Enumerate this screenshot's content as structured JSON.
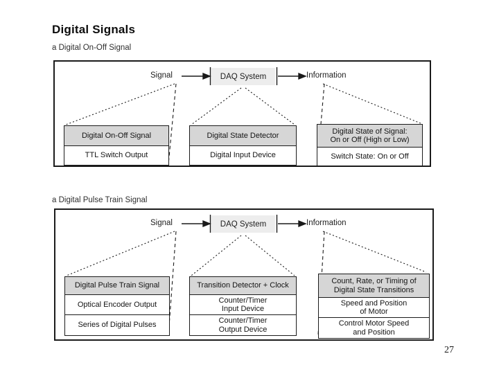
{
  "page": {
    "title": "Digital Signals",
    "page_number": "27"
  },
  "colors": {
    "table_header_fill": "#d6d6d6",
    "daq_box_fill": "#ededed",
    "line_color": "#1a1a1a",
    "background": "#ffffff"
  },
  "diagrams": [
    {
      "label": "a Digital On-Off Signal",
      "flow": {
        "signal": "Signal",
        "daq": "DAQ System",
        "info": "Information"
      },
      "tables": [
        {
          "header": [
            "Digital On-Off Signal"
          ],
          "rows": [
            [
              "TTL Switch Output"
            ]
          ]
        },
        {
          "header": [
            "Digital State Detector"
          ],
          "rows": [
            [
              "Digital Input Device"
            ]
          ]
        },
        {
          "header": [
            "Digital State of Signal:",
            "On or Off (High or Low)"
          ],
          "rows": [
            [
              "Switch State: On or Off"
            ]
          ]
        }
      ]
    },
    {
      "label": "a Digital Pulse Train Signal",
      "flow": {
        "signal": "Signal",
        "daq": "DAQ System",
        "info": "Information"
      },
      "tables": [
        {
          "header": [
            "Digital Pulse Train Signal"
          ],
          "rows": [
            [
              "Optical Encoder Output"
            ],
            [
              "Series of Digital Pulses"
            ]
          ]
        },
        {
          "header": [
            "Transition Detector + Clock"
          ],
          "rows": [
            [
              "Counter/Timer",
              "Input Device"
            ],
            [
              "Counter/Timer",
              "Output Device"
            ]
          ]
        },
        {
          "header": [
            "Count, Rate, or Timing of",
            "Digital State Transitions"
          ],
          "rows": [
            [
              "Speed and Position",
              "of Motor"
            ],
            [
              "Control Motor Speed",
              "and Position"
            ]
          ]
        }
      ]
    }
  ]
}
